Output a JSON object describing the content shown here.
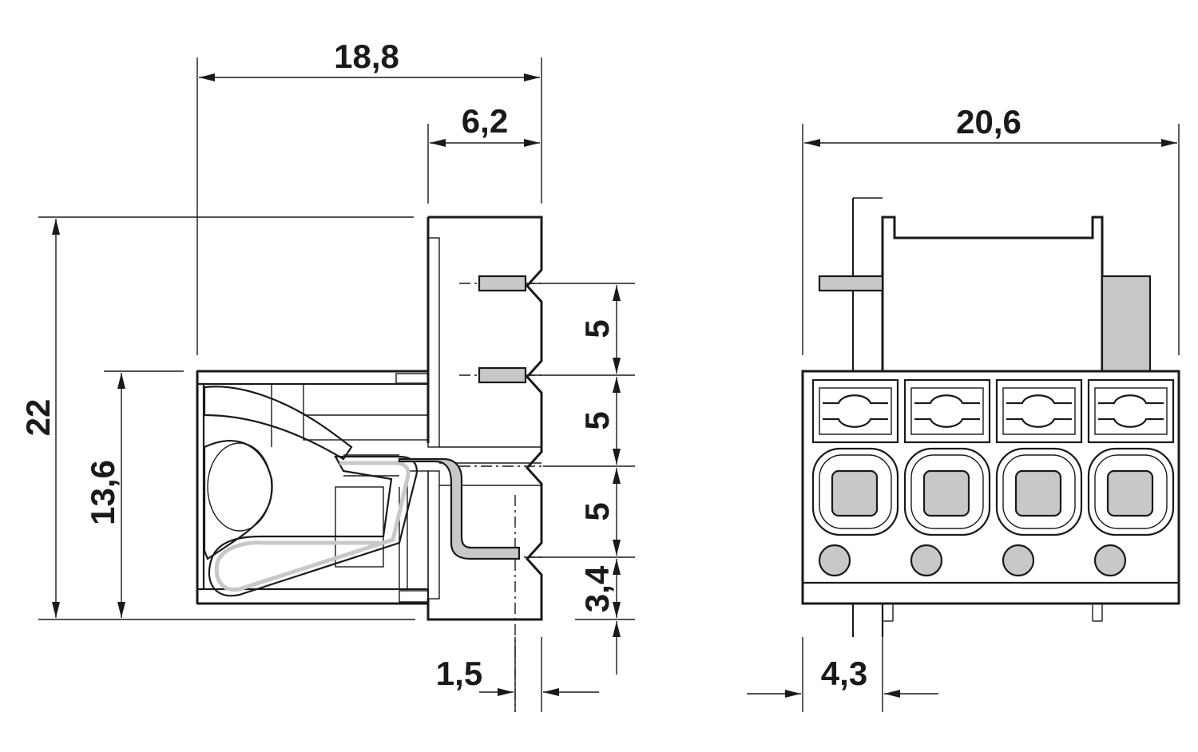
{
  "side_view": {
    "dimensions": {
      "overall_width": "18,8",
      "top_width": "6,2",
      "overall_height": "22",
      "body_height": "13,6",
      "pitch_1": "5",
      "pitch_2": "5",
      "pitch_3": "5",
      "pin_offset": "3,4",
      "pin_to_edge": "1,5"
    }
  },
  "front_view": {
    "dimensions": {
      "overall_width": "20,6",
      "offset": "4,3"
    },
    "positions": 4
  }
}
